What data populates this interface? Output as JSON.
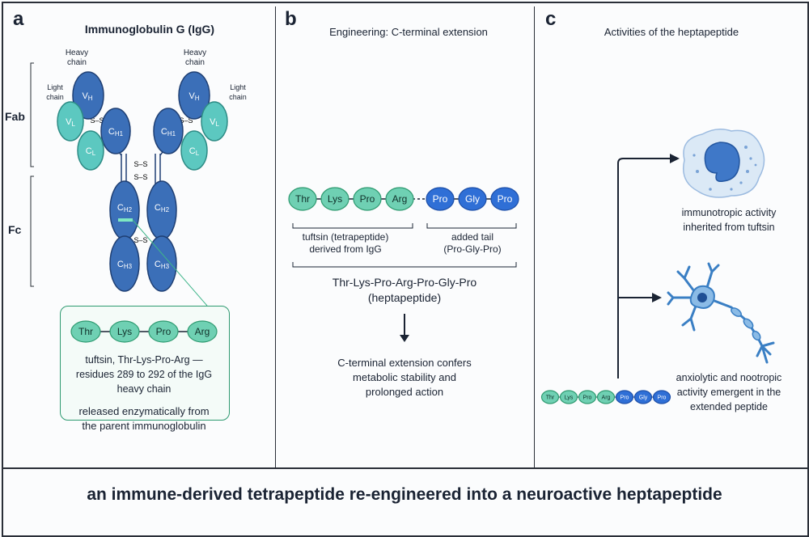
{
  "panel_a": {
    "letter": "a",
    "title": "Immunoglobulin G (IgG)",
    "heavy_chain_left": "Heavy\nchain",
    "heavy_chain_right": "Heavy\nchain",
    "light_chain_left": "Light\nchain",
    "light_chain_right": "Light\nchain",
    "fab_label": "Fab",
    "fc_label": "Fc",
    "domains": {
      "vh": "VH",
      "vl": "VL",
      "ch1": "CH1",
      "cl": "CL",
      "ch2": "CH2",
      "ch3": "CH3"
    },
    "disulfide": "S–S",
    "tuftsin_residues": [
      "Thr",
      "Lys",
      "Pro",
      "Arg"
    ],
    "box_caption": "tuftsin, Thr-Lys-Pro-Arg —\nresidues 289 to 292 of the IgG\nheavy chain",
    "release_caption": "released enzymatically from\nthe parent immunoglobulin"
  },
  "panel_b": {
    "letter": "b",
    "title": "Engineering: C-terminal extension",
    "tetrapeptide": [
      "Thr",
      "Lys",
      "Pro",
      "Arg"
    ],
    "tail": [
      "Pro",
      "Gly",
      "Pro"
    ],
    "tetra_caption": "tuftsin (tetrapeptide)\nderived from IgG",
    "tail_caption": "added tail\n(Pro-Gly-Pro)",
    "heptapeptide_caption": "Thr-Lys-Pro-Arg-Pro-Gly-Pro\n(heptapeptide)",
    "result_caption": "C-terminal extension confers\nmetabolic stability and\nprolonged action"
  },
  "panel_c": {
    "letter": "c",
    "title": "Activities of the heptapeptide",
    "immuno_caption": "immunotropic activity\ninherited from tuftsin",
    "neuro_caption": "anxiolytic and nootropic\nactivity emergent in the\nextended peptide",
    "heptapeptide": [
      "Thr",
      "Lys",
      "Pro",
      "Arg",
      "Pro",
      "Gly",
      "Pro"
    ]
  },
  "bottom_caption": "an immune-derived tetrapeptide re-engineered into a neuroactive heptapeptide",
  "colors": {
    "heavy": "#3b6fb8",
    "light": "#5cc8c0",
    "tuftsin": "#6fd0b3",
    "tail": "#2f6fd6",
    "outline": "#1f3f73"
  }
}
